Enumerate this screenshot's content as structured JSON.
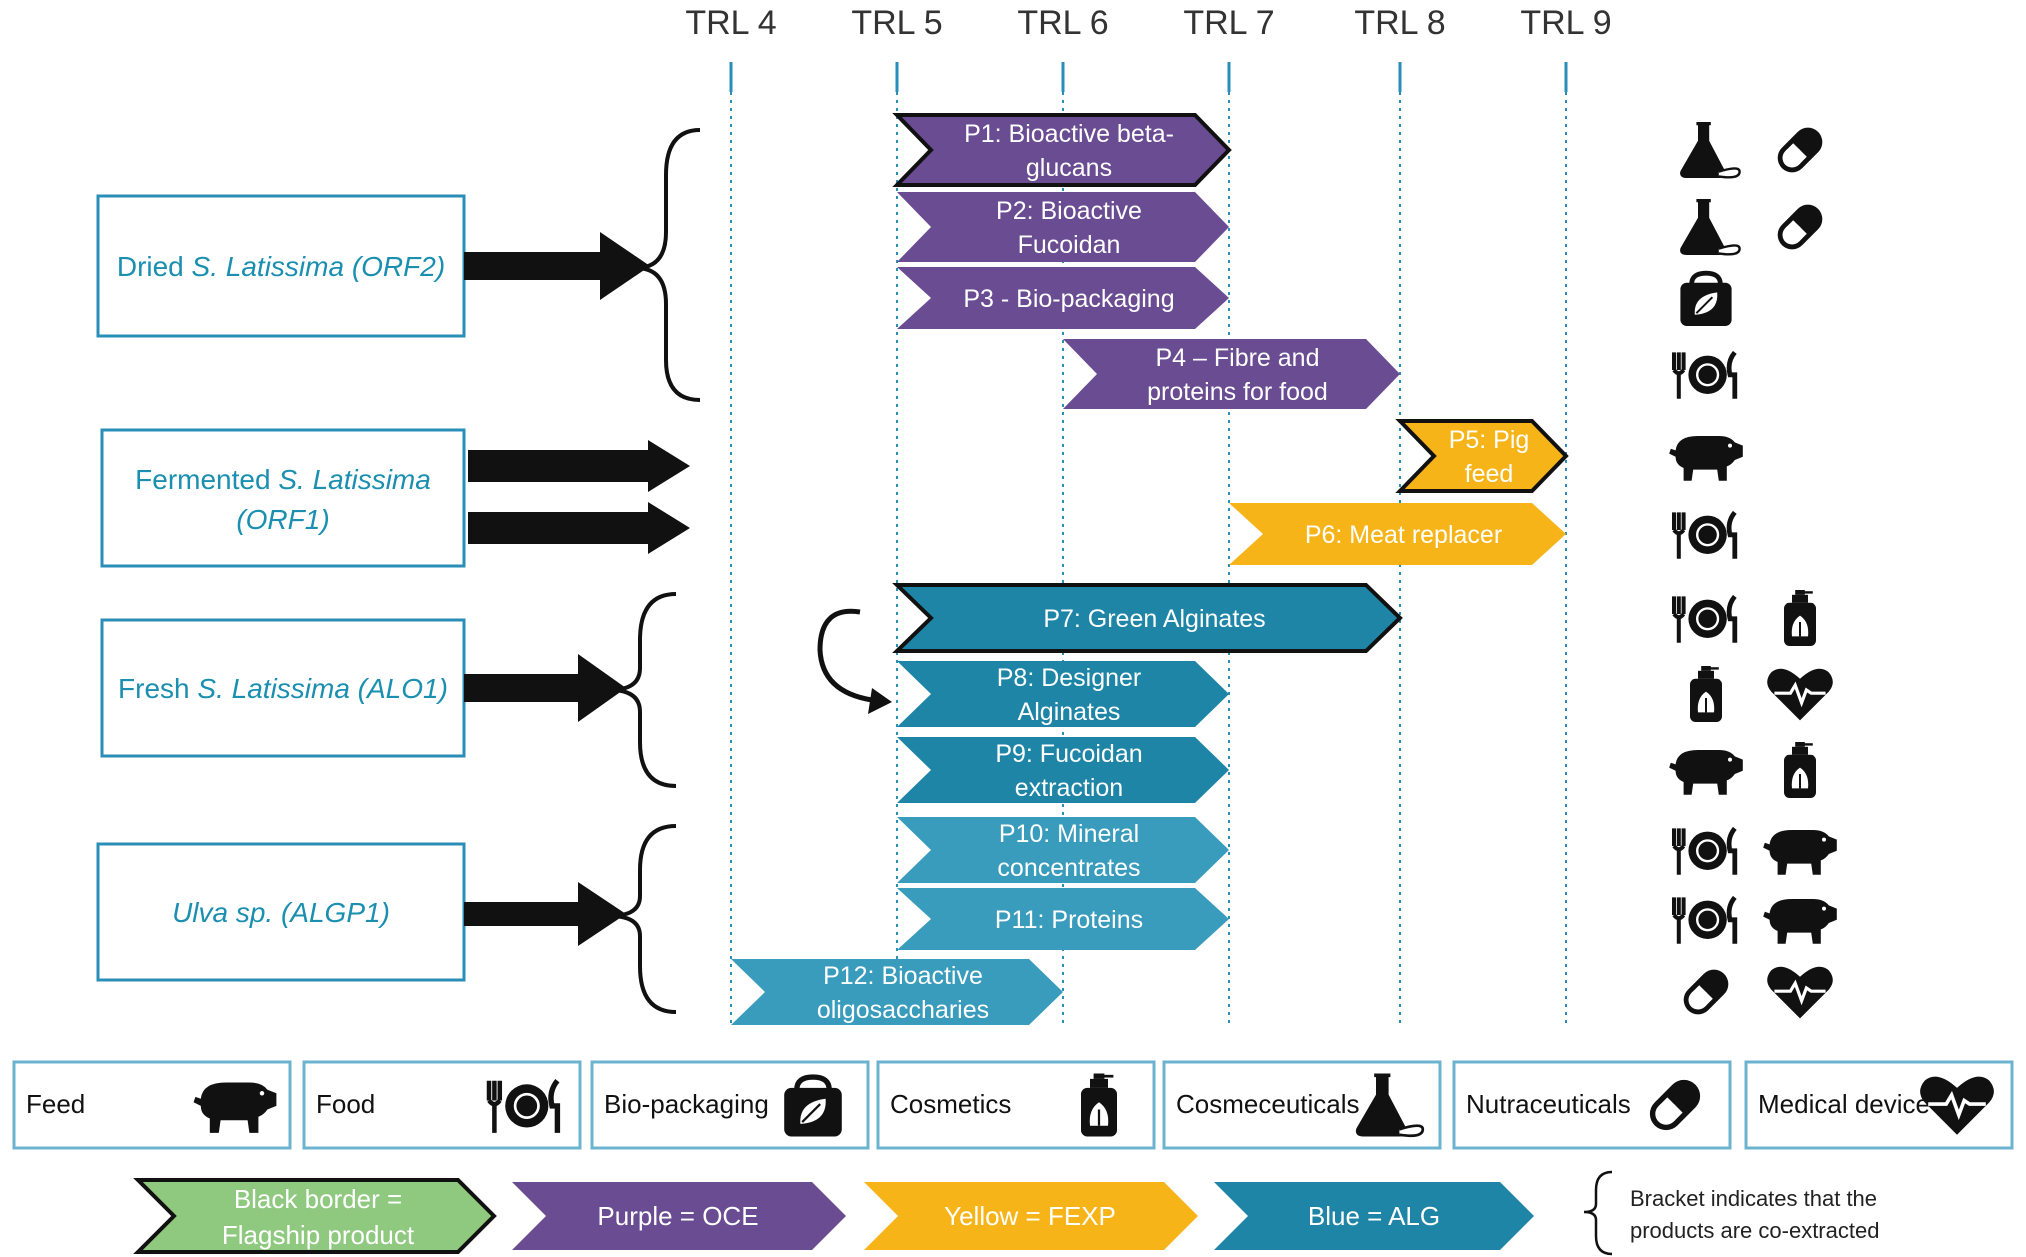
{
  "trl_labels": [
    "TRL 4",
    "TRL 5",
    "TRL 6",
    "TRL 7",
    "TRL 8",
    "TRL 9"
  ],
  "sources": [
    {
      "lines": [
        {
          "pre": "Dried ",
          "it": "S. Latissima (ORF2)"
        }
      ]
    },
    {
      "lines": [
        {
          "pre": "Fermented ",
          "it": "S. Latissima"
        },
        {
          "pre": "",
          "it": "(ORF1)"
        }
      ]
    },
    {
      "lines": [
        {
          "pre": "Fresh ",
          "it": "S. Latissima (ALO1)"
        }
      ]
    },
    {
      "lines": [
        {
          "pre": "",
          "it": "Ulva sp. (ALGP1)"
        }
      ]
    }
  ],
  "products": [
    {
      "lines": [
        "P1: Bioactive beta-",
        "glucans"
      ],
      "group": "OCE",
      "flagship": true,
      "trl_start": 5,
      "trl_end": 7,
      "icons": [
        "flask-icon",
        "pill-icon"
      ]
    },
    {
      "lines": [
        "P2: Bioactive",
        "Fucoidan"
      ],
      "group": "OCE",
      "flagship": false,
      "trl_start": 5,
      "trl_end": 7,
      "icons": [
        "flask-icon",
        "pill-icon"
      ]
    },
    {
      "lines": [
        "P3 - Bio-packaging"
      ],
      "group": "OCE",
      "flagship": false,
      "trl_start": 5,
      "trl_end": 7,
      "icons": [
        "bag-leaf-icon"
      ]
    },
    {
      "lines": [
        "P4 – Fibre and",
        "proteins  for food"
      ],
      "group": "OCE",
      "flagship": false,
      "trl_start": 6,
      "trl_end": 8,
      "icons": [
        "plate-icon"
      ]
    },
    {
      "lines": [
        "P5: Pig",
        "feed"
      ],
      "group": "FEXP",
      "flagship": true,
      "trl_start": 8,
      "trl_end": 9,
      "icons": [
        "pig-icon"
      ]
    },
    {
      "lines": [
        "P6: Meat replacer"
      ],
      "group": "FEXP",
      "flagship": false,
      "trl_start": 7,
      "trl_end": 9,
      "icons": [
        "plate-icon"
      ]
    },
    {
      "lines": [
        "P7: Green Alginates"
      ],
      "group": "ALG",
      "flagship": true,
      "trl_start": 5,
      "trl_end": 8,
      "icons": [
        "plate-icon",
        "cosmetic-bottle-icon"
      ]
    },
    {
      "lines": [
        "P8: Designer",
        "Alginates"
      ],
      "group": "ALG",
      "flagship": false,
      "trl_start": 5,
      "trl_end": 7,
      "icons": [
        "cosmetic-bottle-icon",
        "heart-icon"
      ]
    },
    {
      "lines": [
        "P9: Fucoidan",
        "extraction"
      ],
      "group": "ALG",
      "flagship": false,
      "trl_start": 5,
      "trl_end": 7,
      "icons": [
        "pig-icon",
        "cosmetic-bottle-icon"
      ]
    },
    {
      "lines": [
        "P10: Mineral",
        "concentrates"
      ],
      "group": "ALG",
      "flagship": false,
      "trl_start": 5,
      "trl_end": 7,
      "icons": [
        "plate-icon",
        "pig-icon"
      ]
    },
    {
      "lines": [
        "P11: Proteins"
      ],
      "group": "ALG",
      "flagship": false,
      "trl_start": 5,
      "trl_end": 7,
      "icons": [
        "plate-icon",
        "pig-icon"
      ]
    },
    {
      "lines": [
        "P12: Bioactive",
        "oligosaccharies"
      ],
      "group": "ALG",
      "flagship": false,
      "trl_start": 4,
      "trl_end": 6,
      "icons": [
        "pill-icon",
        "heart-icon"
      ]
    }
  ],
  "categories": [
    {
      "label": "Feed",
      "icon": "pig-icon"
    },
    {
      "label": "Food",
      "icon": "plate-icon"
    },
    {
      "label": "Bio-packaging",
      "icon": "bag-leaf-icon"
    },
    {
      "label": "Cosmetics",
      "icon": "cosmetic-bottle-icon"
    },
    {
      "label": "Cosmeceuticals",
      "icon": "flask-icon"
    },
    {
      "label": "Nutraceuticals",
      "icon": "pill-icon"
    },
    {
      "label": "Medical device",
      "icon": "heart-icon"
    }
  ],
  "legend": {
    "flagship": [
      "Black border =",
      "Flagship product"
    ],
    "items": [
      {
        "label": "Purple = OCE",
        "group": "OCE"
      },
      {
        "label": "Yellow = FEXP",
        "group": "FEXP"
      },
      {
        "label": "Blue = ALG",
        "group": "ALG"
      }
    ],
    "bracket_note": [
      "Bracket indicates that the",
      "products are co-extracted"
    ]
  },
  "colors": {
    "OCE": "#6a4c93",
    "FEXP": "#f7b418",
    "ALG": "#1f85a6",
    "ALG_light": "#3a9cbc",
    "flagship_legend": "#8fc97f",
    "source_border": "#2a8fb8",
    "category_border": "#6bb3cf",
    "trl_line": "#2a8fb8"
  }
}
